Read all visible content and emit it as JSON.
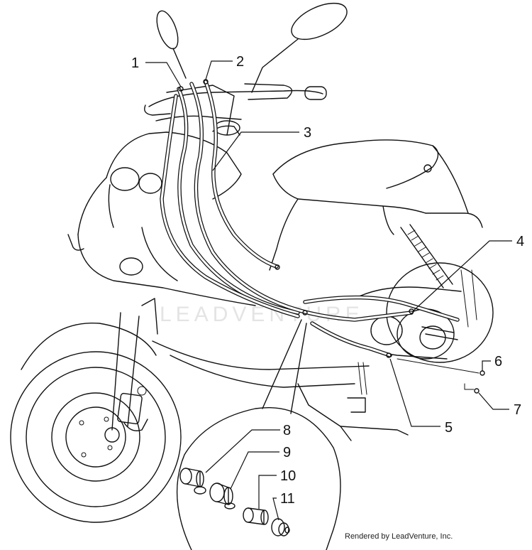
{
  "callouts": [
    {
      "id": "1",
      "text": "1"
    },
    {
      "id": "2",
      "text": "2"
    },
    {
      "id": "3",
      "text": "3"
    },
    {
      "id": "4",
      "text": "4"
    },
    {
      "id": "5",
      "text": "5"
    },
    {
      "id": "6",
      "text": "6"
    },
    {
      "id": "7",
      "text": "7"
    },
    {
      "id": "8",
      "text": "8"
    },
    {
      "id": "9",
      "text": "9"
    },
    {
      "id": "10",
      "text": "10"
    },
    {
      "id": "11",
      "text": "11"
    }
  ],
  "credit": "Rendered by LeadVenture, Inc.",
  "watermark": "LEADVENTURE"
}
